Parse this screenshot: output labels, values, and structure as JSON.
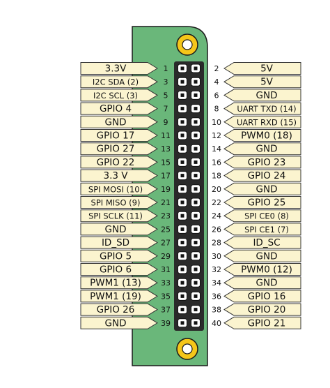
{
  "colors": {
    "board": "#6ab77a",
    "board_outline": "#1a1a1a",
    "hole_fill": "#f5c61a",
    "label_fill": "#fbf4cf",
    "label_stroke": "#333333",
    "header_bg": "#2a2a2a",
    "pin_fill": "#ffffff"
  },
  "pins_left": [
    {
      "num": "1",
      "label": "3.3V"
    },
    {
      "num": "3",
      "label": "I2C SDA (2)"
    },
    {
      "num": "5",
      "label": "I2C SCL (3)"
    },
    {
      "num": "7",
      "label": "GPIO 4"
    },
    {
      "num": "9",
      "label": "GND"
    },
    {
      "num": "11",
      "label": "GPIO 17"
    },
    {
      "num": "13",
      "label": "GPIO 27"
    },
    {
      "num": "15",
      "label": "GPIO 22"
    },
    {
      "num": "17",
      "label": "3.3 V"
    },
    {
      "num": "19",
      "label": "SPI MOSI (10)"
    },
    {
      "num": "21",
      "label": "SPI MISO (9)"
    },
    {
      "num": "23",
      "label": "SPI SCLK (11)"
    },
    {
      "num": "25",
      "label": "GND"
    },
    {
      "num": "27",
      "label": "ID_SD"
    },
    {
      "num": "29",
      "label": "GPIO 5"
    },
    {
      "num": "31",
      "label": "GPIO 6"
    },
    {
      "num": "33",
      "label": "PWM1 (13)"
    },
    {
      "num": "35",
      "label": "PWM1 (19)"
    },
    {
      "num": "37",
      "label": "GPIO 26"
    },
    {
      "num": "39",
      "label": "GND"
    }
  ],
  "pins_right": [
    {
      "num": "2",
      "label": "5V"
    },
    {
      "num": "4",
      "label": "5V"
    },
    {
      "num": "6",
      "label": "GND"
    },
    {
      "num": "8",
      "label": "UART TXD (14)"
    },
    {
      "num": "10",
      "label": "UART RXD (15)"
    },
    {
      "num": "12",
      "label": "PWM0 (18)"
    },
    {
      "num": "14",
      "label": "GND"
    },
    {
      "num": "16",
      "label": "GPIO 23"
    },
    {
      "num": "18",
      "label": "GPIO 24"
    },
    {
      "num": "20",
      "label": "GND"
    },
    {
      "num": "22",
      "label": "GPIO 25"
    },
    {
      "num": "24",
      "label": "SPI CE0 (8)"
    },
    {
      "num": "26",
      "label": "SPI CE1 (7)"
    },
    {
      "num": "28",
      "label": "ID_SC"
    },
    {
      "num": "30",
      "label": "GND"
    },
    {
      "num": "32",
      "label": "PWM0 (12)"
    },
    {
      "num": "34",
      "label": "GND"
    },
    {
      "num": "36",
      "label": "GPIO 16"
    },
    {
      "num": "38",
      "label": "GPIO 20"
    },
    {
      "num": "40",
      "label": "GPIO 21"
    }
  ]
}
